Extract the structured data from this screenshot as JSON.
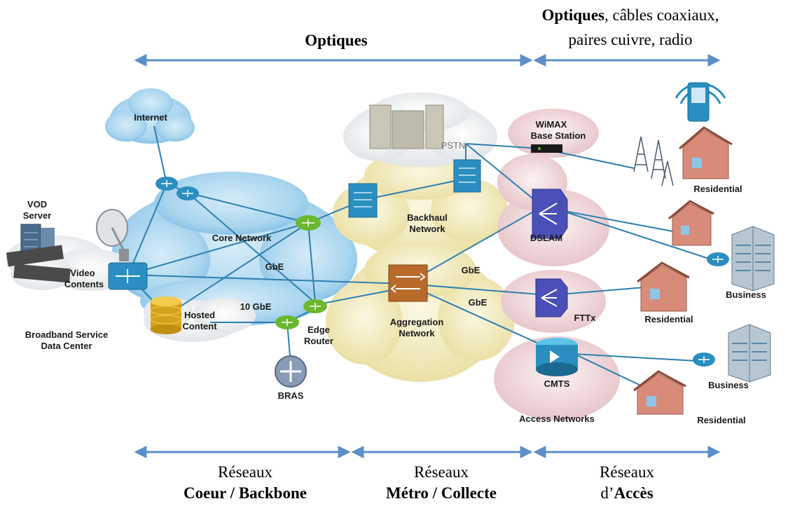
{
  "header": {
    "core_metro_span": "Optiques",
    "access_span_line1_bold": "Optiques",
    "access_span_line1_rest": ", câbles coaxiaux,",
    "access_span_line2": "paires cuivre, radio"
  },
  "footer": {
    "core": {
      "line1": "Réseaux",
      "line2": "Coeur / Backbone"
    },
    "metro": {
      "line1": "Réseaux",
      "line2": "Métro / Collecte"
    },
    "access": {
      "line1": "Réseaux",
      "line2_prefix": "d’",
      "line2_bold": "Accès"
    }
  },
  "clouds": {
    "internet": "Internet",
    "core": "Core  Network",
    "backhaul_line1": "Backhaul",
    "backhaul_line2": "Network",
    "aggregation_line1": "Aggregation",
    "aggregation_line2": "Network",
    "pstn": "PSTN",
    "access": "Access Networks"
  },
  "nodes": {
    "vod_line1": "VOD",
    "vod_line2": "Server",
    "video_line1": "Video",
    "video_line2": "Contents",
    "hosted_line1": "Hosted",
    "hosted_line2": "Content",
    "datacenter_line1": "Broadband Service",
    "datacenter_line2": "Data Center",
    "edge_line1": "Edge",
    "edge_line2": "Router",
    "bras": "BRAS",
    "wimax_line1": "WiMAX",
    "wimax_line2": "Base Station",
    "dslam": "DSLAM",
    "fttx": "FTTx",
    "cmts": "CMTS",
    "residential_1": "Residential",
    "residential_2": "Residential",
    "residential_3": "Residential",
    "business_1": "Business",
    "business_2": "Business"
  },
  "links": {
    "gbe_core": "GbE",
    "ten_gbe": "10 GbE",
    "gbe_dslam": "GbE",
    "gbe_fttx": "GbE"
  },
  "colors": {
    "arrow": "#5b8fc7",
    "link": "#2e7fb0",
    "blue_cloud": "#8fc6e8",
    "yellow_cloud": "#efe7b0",
    "pink_cloud": "#f0d6d9",
    "router": "#2a8fc0",
    "router_green": "#6bb82e",
    "dslam": "#4b50b8"
  }
}
